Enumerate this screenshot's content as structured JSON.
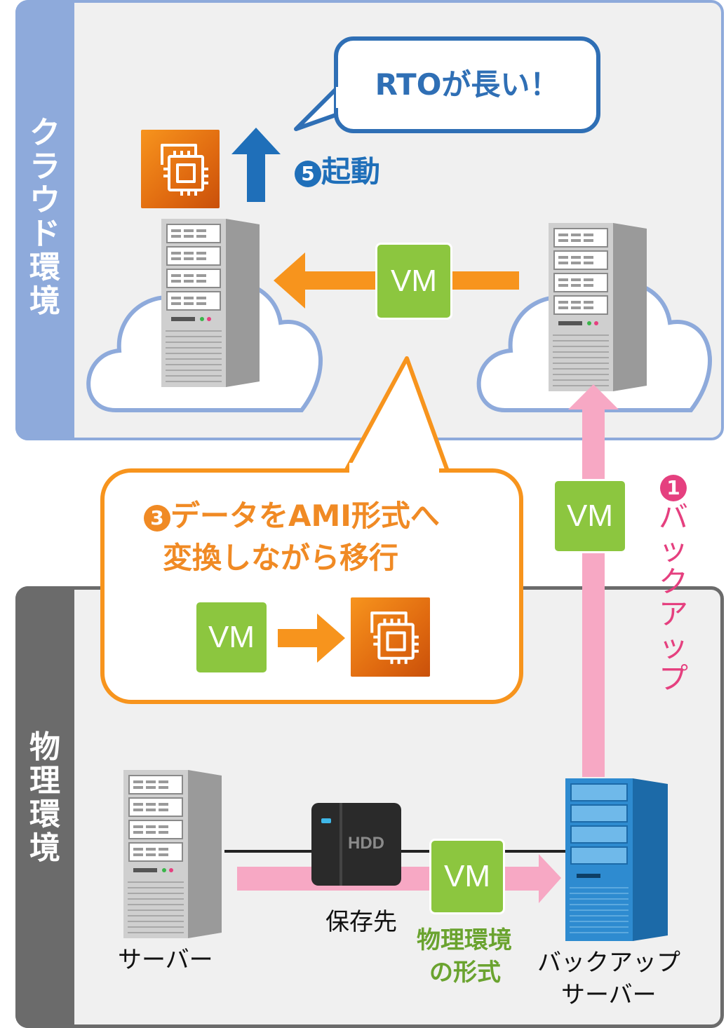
{
  "zones": {
    "cloud_label": [
      "ク",
      "ラ",
      "ウ",
      "ド",
      "環",
      "境"
    ],
    "physical_label": [
      "物",
      "理",
      "環",
      "境"
    ]
  },
  "callouts": {
    "rto": "RTOが長い！",
    "conversion_line1": "データをAMI形式へ",
    "conversion_line2": "変換しながら移行"
  },
  "steps": {
    "launch_num": "5",
    "launch": "起動",
    "convert_num": "3",
    "backup_num": "1",
    "backup_chars": [
      "バ",
      "ッ",
      "ク",
      "ア",
      "ッ",
      "プ"
    ]
  },
  "vm_label": "VM",
  "hdd_text": "HDD",
  "labels": {
    "storage": "保存先",
    "server": "サーバー",
    "backup_server_line1": "バックアップ",
    "backup_server_line2": "サーバー",
    "physical_format_line1": "物理環境",
    "physical_format_line2": "の形式"
  },
  "colors": {
    "cloud_zone": "#8eaadb",
    "physical_zone": "#6b6b6b",
    "vm": "#8cc63f",
    "ami": "#f7941d",
    "backup_arrow": "#f7a8c4",
    "launch_arrow": "#1f6fb9",
    "backup_text": "#e5407f",
    "physical_format_text": "#6aa32f"
  }
}
